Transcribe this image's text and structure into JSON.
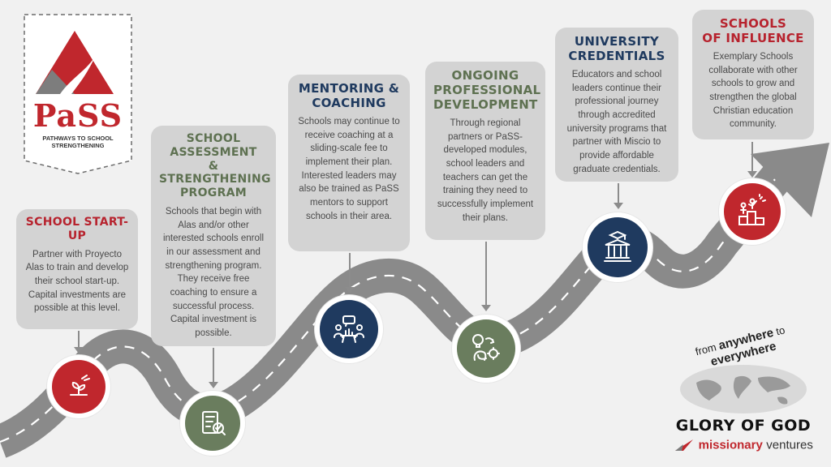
{
  "logo": {
    "name": "PaSS",
    "tagline1": "PATHWAYS TO SCHOOL",
    "tagline2": "STRENGTHENING"
  },
  "steps": [
    {
      "title_lines": [
        "SCHOOL START-UP"
      ],
      "body": "Partner with Proyecto Alas to train and develop their school start-up. Capital investments are possible at this level.",
      "icon": "seedling-hand-icon",
      "color": "#c0272d"
    },
    {
      "title_lines": [
        "SCHOOL ASSESSMENT",
        "& STRENGTHENING",
        "PROGRAM"
      ],
      "body": "Schools that begin with Alas and/or other interested schools enroll in our assessment and strengthening program. They receive free coaching to ensure a successful process. Capital investment is possible.",
      "icon": "checklist-magnifier-icon",
      "color": "#6a7d5e"
    },
    {
      "title_lines": [
        "MENTORING &",
        "COACHING"
      ],
      "body": "Schools may continue to receive coaching at a sliding-scale fee to implement their plan. Interested leaders may also be trained as PaSS mentors to support schools in their area.",
      "icon": "meeting-icon",
      "color": "#1f3a5f"
    },
    {
      "title_lines": [
        "ONGOING",
        "PROFESSIONAL",
        "DEVELOPMENT"
      ],
      "body": "Through regional partners or PaSS-developed modules, school leaders and teachers can get the training they need to successfully implement their plans.",
      "icon": "mind-gears-icon",
      "color": "#6a7d5e"
    },
    {
      "title_lines": [
        "UNIVERSITY",
        "CREDENTIALS"
      ],
      "body": "Educators and school leaders continue their professional journey through accredited university programs that partner with Miscio to provide affordable graduate credentials.",
      "icon": "university-icon",
      "color": "#1f3a5f"
    },
    {
      "title_lines": [
        "SCHOOLS",
        "OF INFLUENCE"
      ],
      "body": "Exemplary Schools collaborate with other schools to grow and strengthen the global Christian education community.",
      "icon": "podium-icon",
      "color": "#c0272d"
    }
  ],
  "brand": {
    "tag_from": "from",
    "tag_anywhere": "anywhere",
    "tag_to": "to",
    "tag_everywhere": "everywhere",
    "headline": "GLORY OF GOD",
    "org_a": "missionary",
    "org_b": "ventures"
  }
}
